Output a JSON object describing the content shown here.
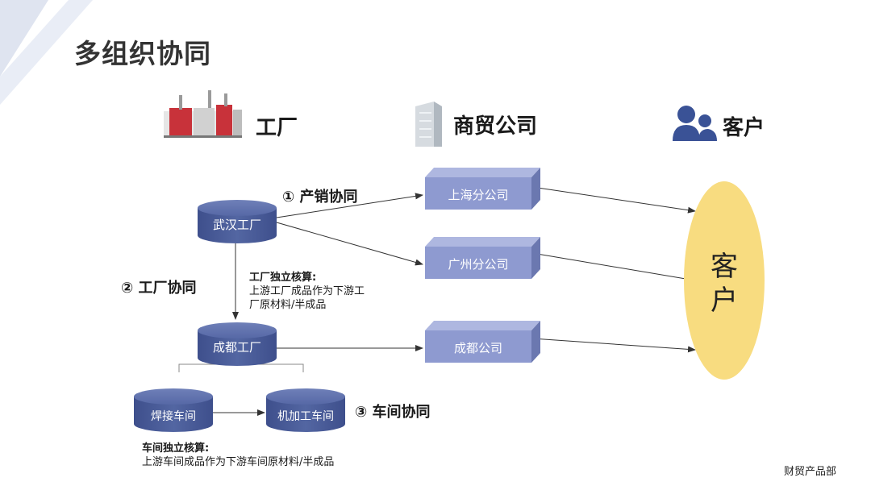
{
  "title": "多组织协同",
  "headers": {
    "factory": "工厂",
    "trading": "商贸公司",
    "customer": "客户"
  },
  "nodes": {
    "wuhan": "武汉工厂",
    "chengdu": "成都工厂",
    "welding": "焊接车间",
    "machining": "机加工车间",
    "shanghai": "上海分公司",
    "guangzhou": "广州分公司",
    "chengdu_co": "成都公司",
    "customer": "客户"
  },
  "labels": {
    "sales": "① 产销协同",
    "factory": "② 工厂协同",
    "workshop": "③ 车间协同"
  },
  "notes": {
    "factory_title": "工厂独立核算:",
    "factory_line1": "上游工厂成品作为下游工",
    "factory_line2": "厂原材料/半成品",
    "workshop_title": "车间独立核算:",
    "workshop_line1": "上游车间成品作为下游车间原材料/半成品"
  },
  "footer": "财贸产品部",
  "colors": {
    "node": "#4a5c9c",
    "box": "#8e9ad0",
    "ellipse": "#f8dc80",
    "accent": "#c9d2e8"
  }
}
